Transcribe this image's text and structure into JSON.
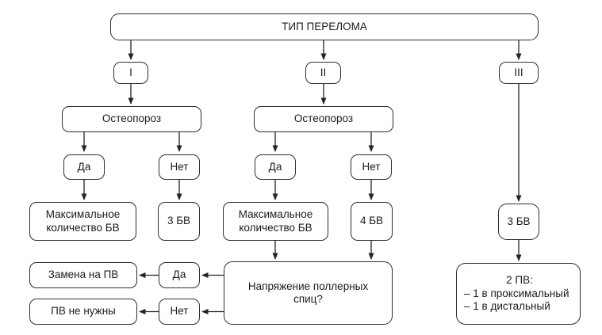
{
  "diagram": {
    "title": "ТИП ПЕРЕЛОМА",
    "branch1": {
      "label": "I",
      "osteoporosis": "Остеопороз",
      "yes": "Да",
      "no": "Нет",
      "yes_result": "Максимальное количество БВ",
      "no_result": "3 БВ"
    },
    "branch2": {
      "label": "II",
      "osteoporosis": "Остеопороз",
      "yes": "Да",
      "no": "Нет",
      "yes_result": "Максимальное количество БВ",
      "no_result": "4 БВ",
      "question": "Напряжение поллерных спиц?",
      "question_yes": "Да",
      "question_no": "Нет",
      "yes_action": "Замена на ПВ",
      "no_action": "ПВ не нужны"
    },
    "branch3": {
      "label": "III",
      "result": "3 БВ",
      "final_title": "2 ПВ:",
      "final_items": [
        "– 1 в проксимальный",
        "– 1 в дистальный"
      ]
    },
    "colors": {
      "border": "#2e2e2e",
      "line": "#242424",
      "text": "#1c1c1c",
      "background": "#ffffff"
    }
  }
}
